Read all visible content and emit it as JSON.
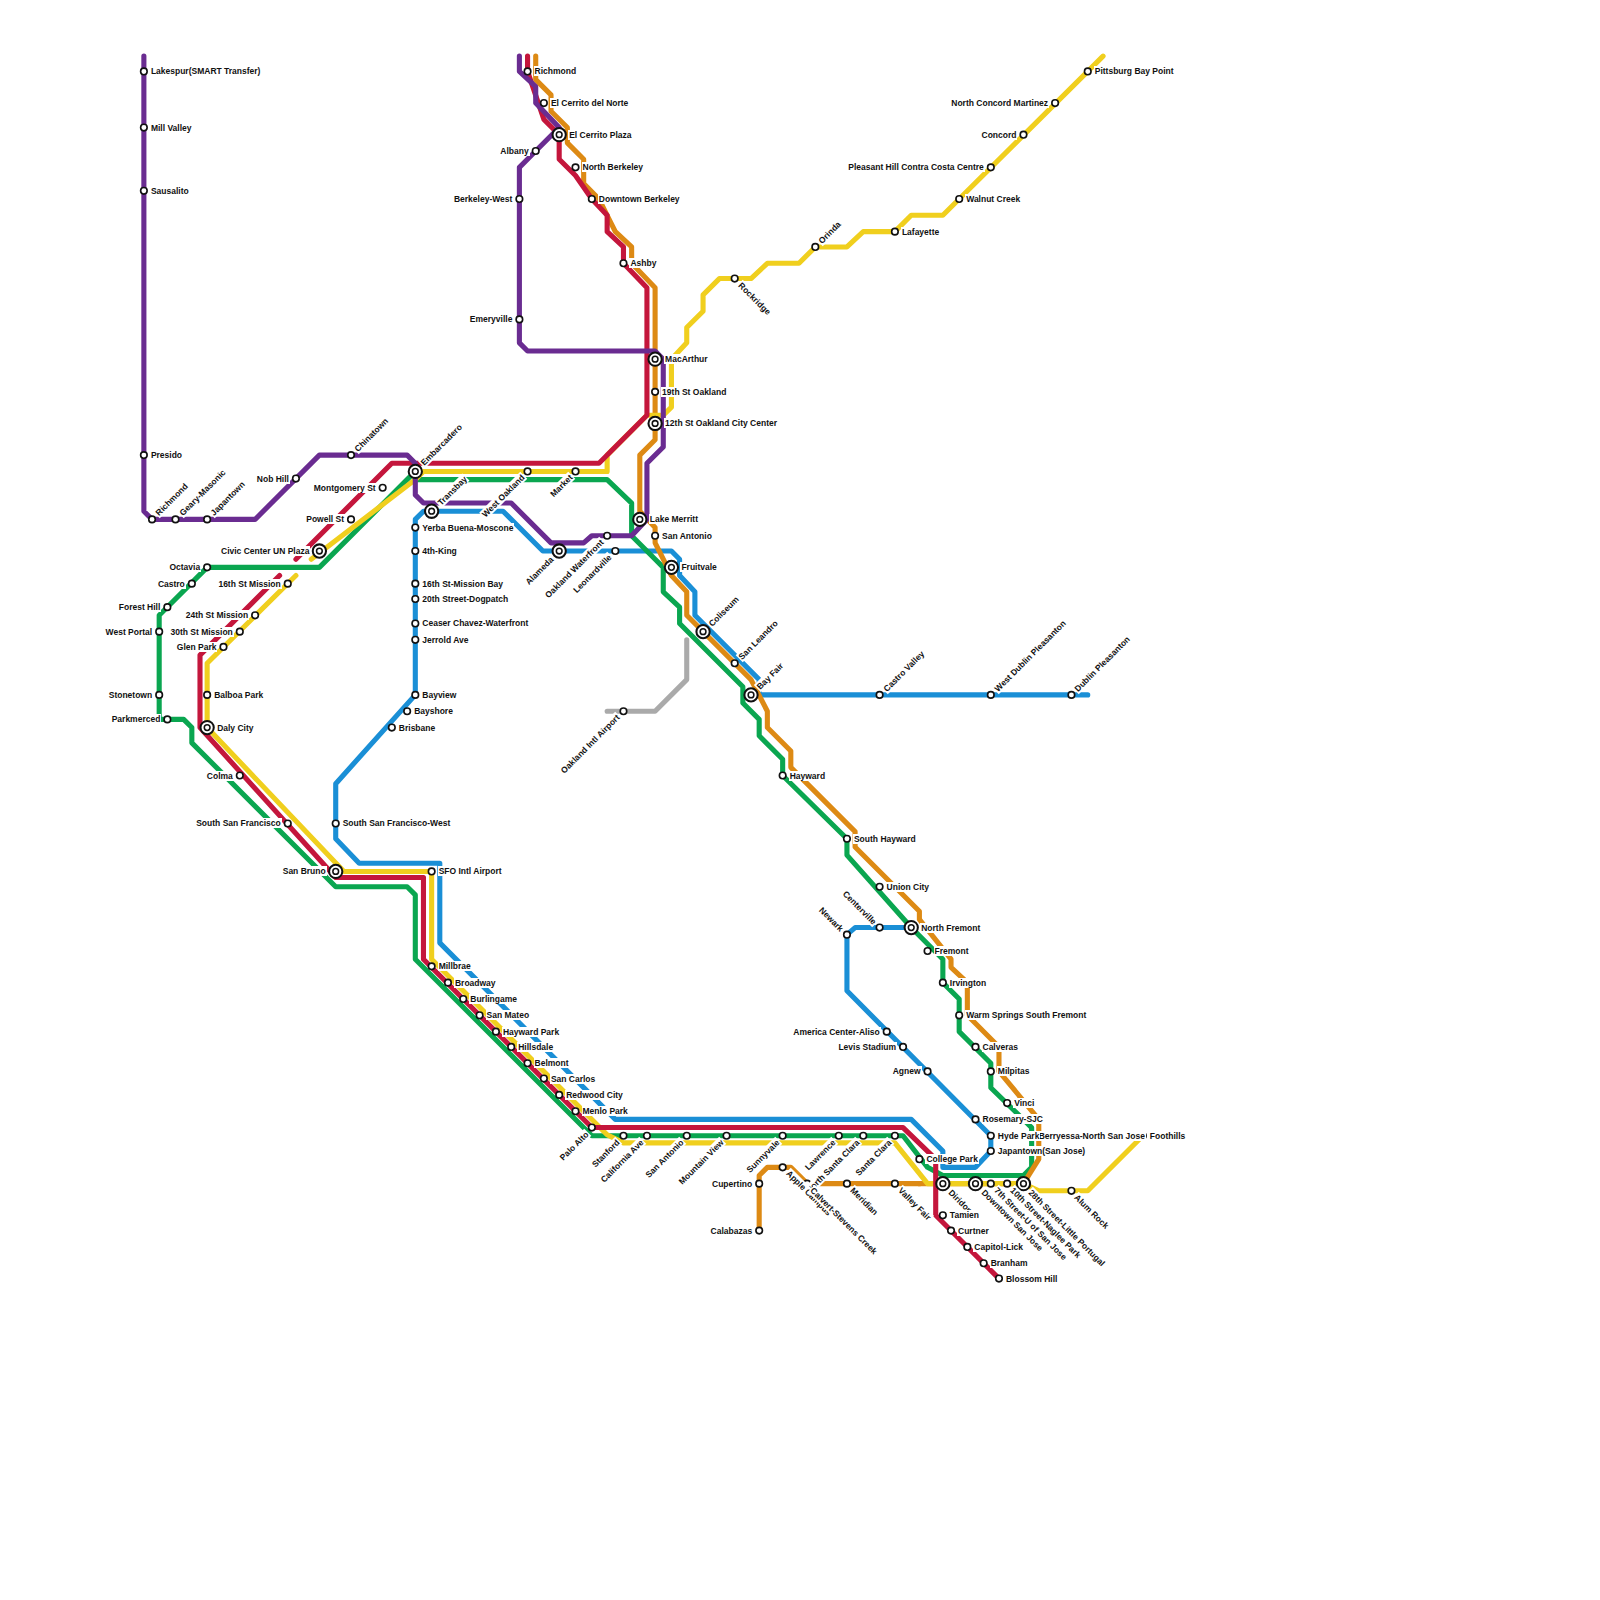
{
  "diagram": {
    "labels": [
      "Lakespur(SMART Transfer)",
      "Mill Valley",
      "Sausalito",
      "Presido",
      "Richmond",
      "Geary-Masonic",
      "Japantown",
      "Nob Hill",
      "Chinatown",
      "Embarcadero",
      "Montgomery St",
      "Powell St",
      "Civic Center UN Plaza",
      "16th St Mission",
      "24th St Mission",
      "30th St Mission",
      "Glen Park",
      "Balboa Park",
      "Daly City",
      "Colma",
      "South San Francisco",
      "San Bruno",
      "Octavia",
      "Castro",
      "Forest Hill",
      "West Portal",
      "Stonetown",
      "Parkmerced",
      "Transbay",
      "Yerba Buena-Moscone",
      "4th-King",
      "16th St-Mission Bay",
      "20th Street-Dogpatch",
      "Ceaser Chavez-Waterfront",
      "Jerrold Ave",
      "Bayview",
      "Bayshore",
      "Brisbane",
      "South San Francisco-West",
      "SFO Intl Airport",
      "Millbrae",
      "Broadway",
      "Burlingame",
      "San Mateo",
      "Hayward Park",
      "Hillsdale",
      "Belmont",
      "San Carlos",
      "Redwood City",
      "Menlo Park",
      "Palo Alto",
      "Stanford",
      "California Ave",
      "San Antonio",
      "Mountain View",
      "Sunnyvale",
      "Lawrence",
      "North Santa Clara",
      "Santa Clara",
      "College Park",
      "Diridon",
      "Tamien",
      "Curtner",
      "Capitol-Lick",
      "Branham",
      "Blossom Hill",
      "Downtown San Jose",
      "7th Street-U of San Jose",
      "10th Street-Naglee Park",
      "28th Street-Little Portugal",
      "Alum Rock",
      "Foothills",
      "Berryessa-North San Jose",
      "Japantown(San Jose)",
      "Hyde Park",
      "Rosemary-SJC",
      "Vinci",
      "Milpitas",
      "Calveras",
      "Warm Springs South Fremont",
      "Irvington",
      "Fremont",
      "North Fremont",
      "Centerville",
      "Newark",
      "America Center-Aliso",
      "Levis Stadium",
      "Agnew",
      "Union City",
      "South Hayward",
      "Hayward",
      "Bay Fair",
      "San Leandro",
      "Coliseum",
      "Oakland Intl Airport",
      "Fruitvale",
      "San Antonio",
      "Lake Merritt",
      "Leonardville",
      "Oakland Waterfront",
      "Alameda",
      "West Oakland",
      "Market",
      "12th St Oakland City Center",
      "19th St Oakland",
      "MacArthur",
      "Emeryville",
      "Berkeley-West",
      "Albany",
      "Richmond",
      "El Cerrito del Norte",
      "El Cerrito Plaza",
      "North Berkeley",
      "Downtown Berkeley",
      "Ashby",
      "Rockridge",
      "Orinda",
      "Lafayette",
      "Walnut Creek",
      "Pleasant Hill Contra Costa Centre",
      "Concord",
      "North Concord Martinez",
      "Pittsburg Bay Point",
      "Castro Valley",
      "West Dublin Pleasanton",
      "Dublin Pleasanton",
      "Cupertino",
      "Calabazas",
      "Apple Campus",
      "Calvert-Stevens Creek",
      "Meridian",
      "Valley Fair"
    ]
  }
}
